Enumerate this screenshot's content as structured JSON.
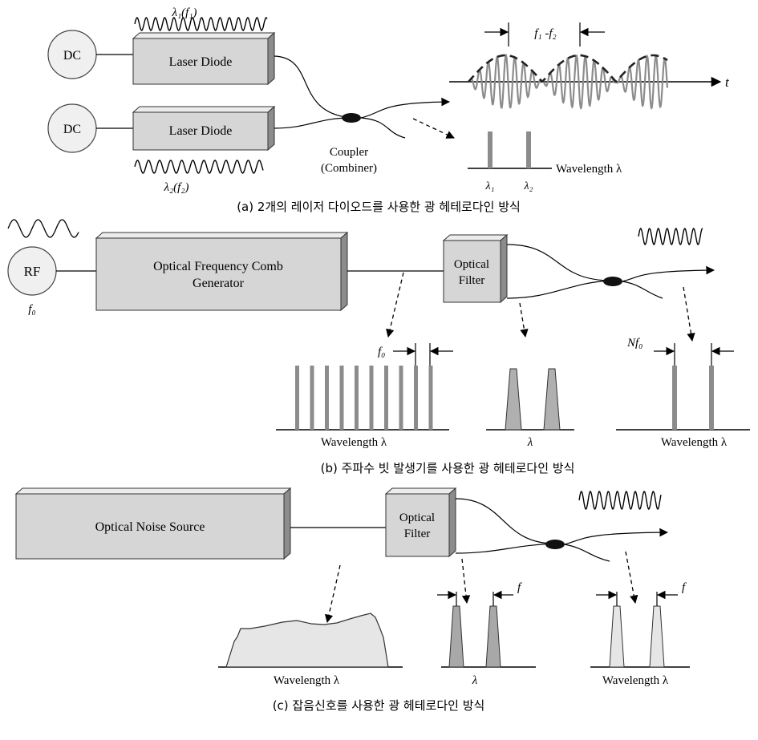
{
  "panel_a": {
    "lambda1_label": "λ₁(f₁)",
    "lambda2_label": "λ₂(f₂)",
    "dc_top": "DC",
    "dc_bottom": "DC",
    "laser_top": "Laser Diode",
    "laser_bottom": "Laser Diode",
    "coupler_line1": "Coupler",
    "coupler_line2": "(Combiner)",
    "beat_label": "f₁ -f₂",
    "time_axis": "t",
    "spectrum_axis": "Wavelength λ",
    "line1_label": "λ₁",
    "line2_label": "λ₂",
    "caption": "(a) 2개의 레이저 다이오드를 사용한 광 헤테로다인 방식"
  },
  "panel_b": {
    "rf_label": "RF",
    "f0_label": "f₀",
    "comb_line1": "Optical Frequency Comb",
    "comb_line2": "Generator",
    "filter_line1": "Optical",
    "filter_line2": "Filter",
    "comb_spacing_label": "f₀",
    "comb_axis": "Wavelength λ",
    "filtered_axis": "λ",
    "nf0_label": "Nf₀",
    "output_axis": "Wavelength λ",
    "caption": "(b) 주파수 빗 발생기를 사용한 광 헤테로다인 방식"
  },
  "panel_c": {
    "noise_source": "Optical Noise Source",
    "filter_line1": "Optical",
    "filter_line2": "Filter",
    "noise_axis": "Wavelength λ",
    "filtered_axis": "λ",
    "filtered_f_label": "f",
    "output_f_label": "f",
    "output_axis": "Wavelength λ",
    "caption": "(c) 잡음신호를 사용한 광 헤테로다인 방식"
  }
}
